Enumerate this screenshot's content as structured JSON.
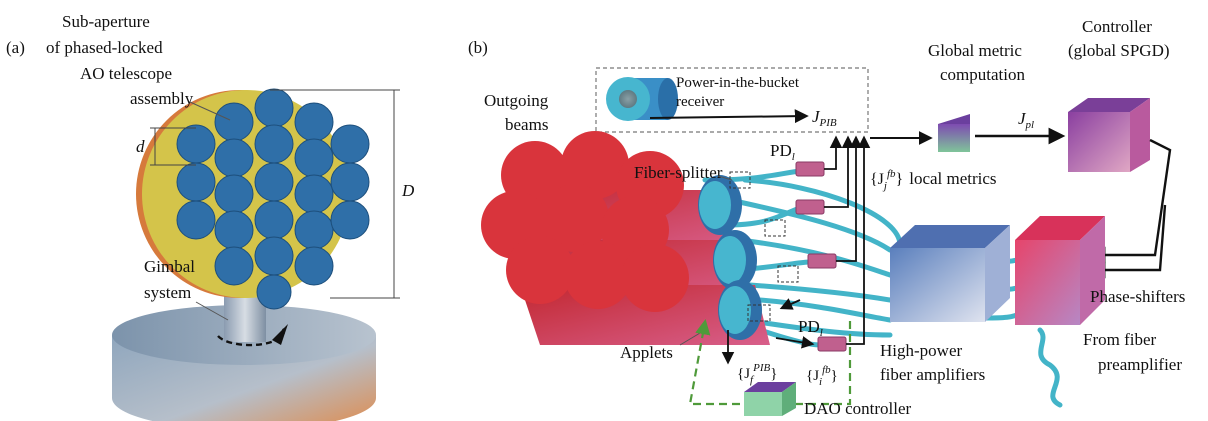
{
  "panel_a": {
    "tag": "(a)",
    "subaperture_label": [
      "Sub-aperture",
      "of phased-locked",
      "AO telescope",
      "assembly"
    ],
    "small_d": "d",
    "big_d": "D",
    "gimbal_label": [
      "Gimbal",
      "system"
    ]
  },
  "panel_b": {
    "tag": "(b)",
    "outgoing_beams": [
      "Outgoing",
      "beams"
    ],
    "pib_receiver": [
      "Power-in-the-bucket",
      "receiver"
    ],
    "j_pib": {
      "main": "J",
      "sub": "PIB"
    },
    "fiber_splitter": "Fiber-splitter",
    "pd_top": {
      "main": "PD",
      "sub": "l"
    },
    "pd_bottom": {
      "main": "PD",
      "sub": "l"
    },
    "global_metric": [
      "Global metric",
      "computation"
    ],
    "j_pl": {
      "main": "J",
      "sub": "pl"
    },
    "controller": [
      "Controller",
      "(global SPGD)"
    ],
    "local_metrics": {
      "set": "{J",
      "sub": "j",
      "sup": "fb",
      "close": "}",
      "text": "local metrics"
    },
    "applets": "Applets",
    "jf_pib": {
      "set": "{J",
      "sub": "f",
      "sup": "PIB",
      "close": "}"
    },
    "ji_fb": {
      "set": "{J",
      "sub": "i",
      "sup": "fb",
      "close": "}"
    },
    "amplifiers": [
      "High-power",
      "fiber amplifiers"
    ],
    "phase_shifters": "Phase-shifters",
    "preamp": [
      "From fiber",
      "preamplifier"
    ],
    "dao": "DAO controller"
  },
  "colors": {
    "aperture_gold": "#d4c44a",
    "subaperture_blue": "#2f6fa8",
    "beam_red": "#d9343c",
    "fiber_cyan": "#43b4c8",
    "pd_pink": "#c0608e",
    "dashed_green": "#4f9a3a"
  }
}
